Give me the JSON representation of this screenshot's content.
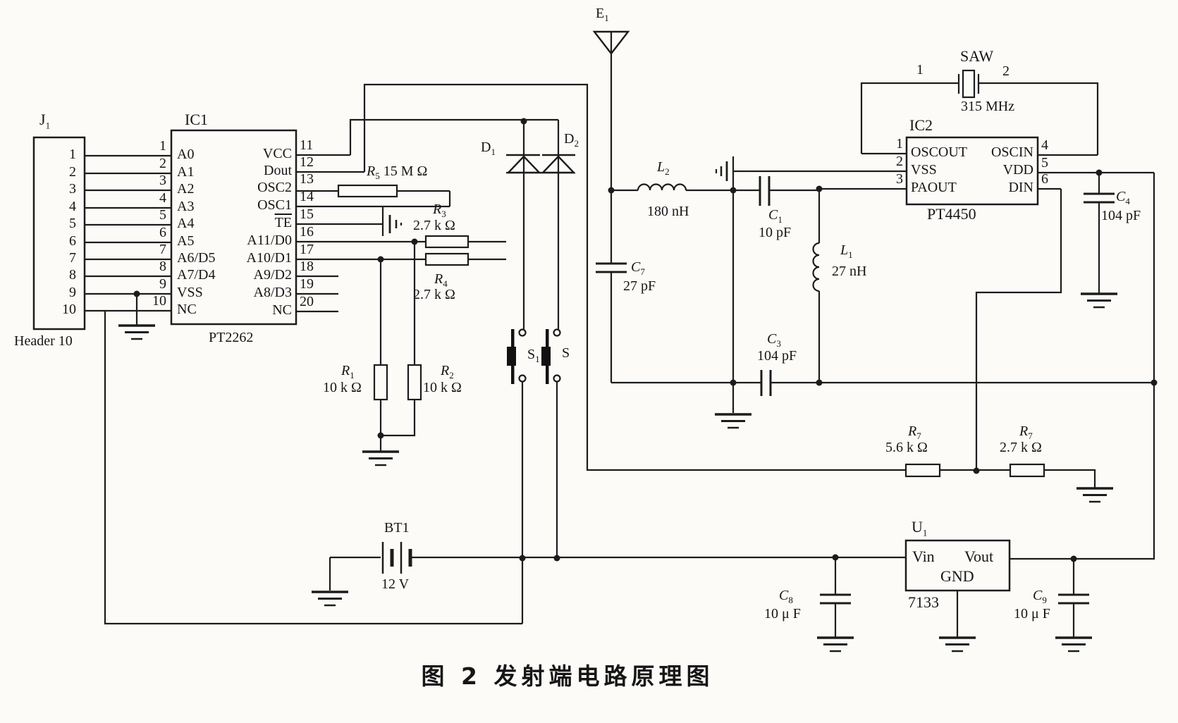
{
  "caption": "图 2  发射端电路原理图",
  "j1": {
    "ref": "J",
    "sub": "1",
    "part": "Header 10",
    "pins": [
      "1",
      "2",
      "3",
      "4",
      "5",
      "6",
      "7",
      "8",
      "9",
      "10"
    ]
  },
  "ic1": {
    "title": "IC1",
    "part": "PT2262",
    "left": [
      {
        "n": "1",
        "l": "A0"
      },
      {
        "n": "2",
        "l": "A1"
      },
      {
        "n": "3",
        "l": "A2"
      },
      {
        "n": "4",
        "l": "A3"
      },
      {
        "n": "5",
        "l": "A4"
      },
      {
        "n": "6",
        "l": "A5"
      },
      {
        "n": "7",
        "l": "A6/D5"
      },
      {
        "n": "8",
        "l": "A7/D4"
      },
      {
        "n": "9",
        "l": "VSS"
      },
      {
        "n": "10",
        "l": "NC"
      }
    ],
    "right": [
      {
        "n": "11",
        "l": "VCC"
      },
      {
        "n": "12",
        "l": "Dout"
      },
      {
        "n": "13",
        "l": "OSC2"
      },
      {
        "n": "14",
        "l": "OSC1"
      },
      {
        "n": "15",
        "l": "TE"
      },
      {
        "n": "16",
        "l": "A11/D0"
      },
      {
        "n": "17",
        "l": "A10/D1"
      },
      {
        "n": "18",
        "l": "A9/D2"
      },
      {
        "n": "19",
        "l": "A8/D3"
      },
      {
        "n": "20",
        "l": "NC"
      }
    ]
  },
  "ic2": {
    "title": "IC2",
    "part": "PT4450",
    "left": [
      {
        "n": "1",
        "l": "OSCOUT"
      },
      {
        "n": "2",
        "l": "VSS"
      },
      {
        "n": "3",
        "l": "PAOUT"
      }
    ],
    "right": [
      {
        "n": "4",
        "l": "OSCIN"
      },
      {
        "n": "5",
        "l": "VDD"
      },
      {
        "n": "6",
        "l": "DIN"
      }
    ]
  },
  "saw": {
    "title": "SAW",
    "freq": "315 MHz",
    "p1": "1",
    "p2": "2"
  },
  "u1": {
    "ref": "U",
    "sub": "1",
    "part": "7133",
    "pin_in": "Vin",
    "pin_out": "Vout",
    "pin_gnd": "GND"
  },
  "battery": {
    "label": "BT1",
    "value": "12 V"
  },
  "antenna": {
    "ref": "E",
    "sub": "1"
  },
  "diodes": {
    "d1": {
      "ref": "D",
      "sub": "1"
    },
    "d2": {
      "ref": "D",
      "sub": "2"
    }
  },
  "switches": {
    "s1": {
      "ref": "S",
      "sub": "1"
    },
    "s": {
      "ref": "S",
      "sub": ""
    }
  },
  "resistors": {
    "r1": {
      "ref": "R",
      "sub": "1",
      "value": "10 k Ω"
    },
    "r2": {
      "ref": "R",
      "sub": "2",
      "value": "10 k Ω"
    },
    "r3": {
      "ref": "R",
      "sub": "3",
      "value": "2.7 k Ω"
    },
    "r4": {
      "ref": "R",
      "sub": "4",
      "value": "2.7 k Ω"
    },
    "r5": {
      "ref": "R",
      "sub": "5",
      "value": "15 M Ω"
    },
    "r7a": {
      "ref": "R",
      "sub": "7",
      "value": "5.6 k Ω"
    },
    "r7b": {
      "ref": "R",
      "sub": "7",
      "value": "2.7 k Ω"
    }
  },
  "capacitors": {
    "c1": {
      "ref": "C",
      "sub": "1",
      "value": "10 pF"
    },
    "c3": {
      "ref": "C",
      "sub": "3",
      "value": "104 pF"
    },
    "c4": {
      "ref": "C",
      "sub": "4",
      "value": "104 pF"
    },
    "c7": {
      "ref": "C",
      "sub": "7",
      "value": "27 pF"
    },
    "c8": {
      "ref": "C",
      "sub": "8",
      "value": "10 μ F"
    },
    "c9": {
      "ref": "C",
      "sub": "9",
      "value": "10 μ F"
    }
  },
  "inductors": {
    "l1": {
      "ref": "L",
      "sub": "1",
      "value": "27 nH"
    },
    "l2": {
      "ref": "L",
      "sub": "2",
      "value": "180 nH"
    }
  },
  "colors": {
    "line": "#1c1c1c",
    "paper": "#fcfbf8"
  }
}
